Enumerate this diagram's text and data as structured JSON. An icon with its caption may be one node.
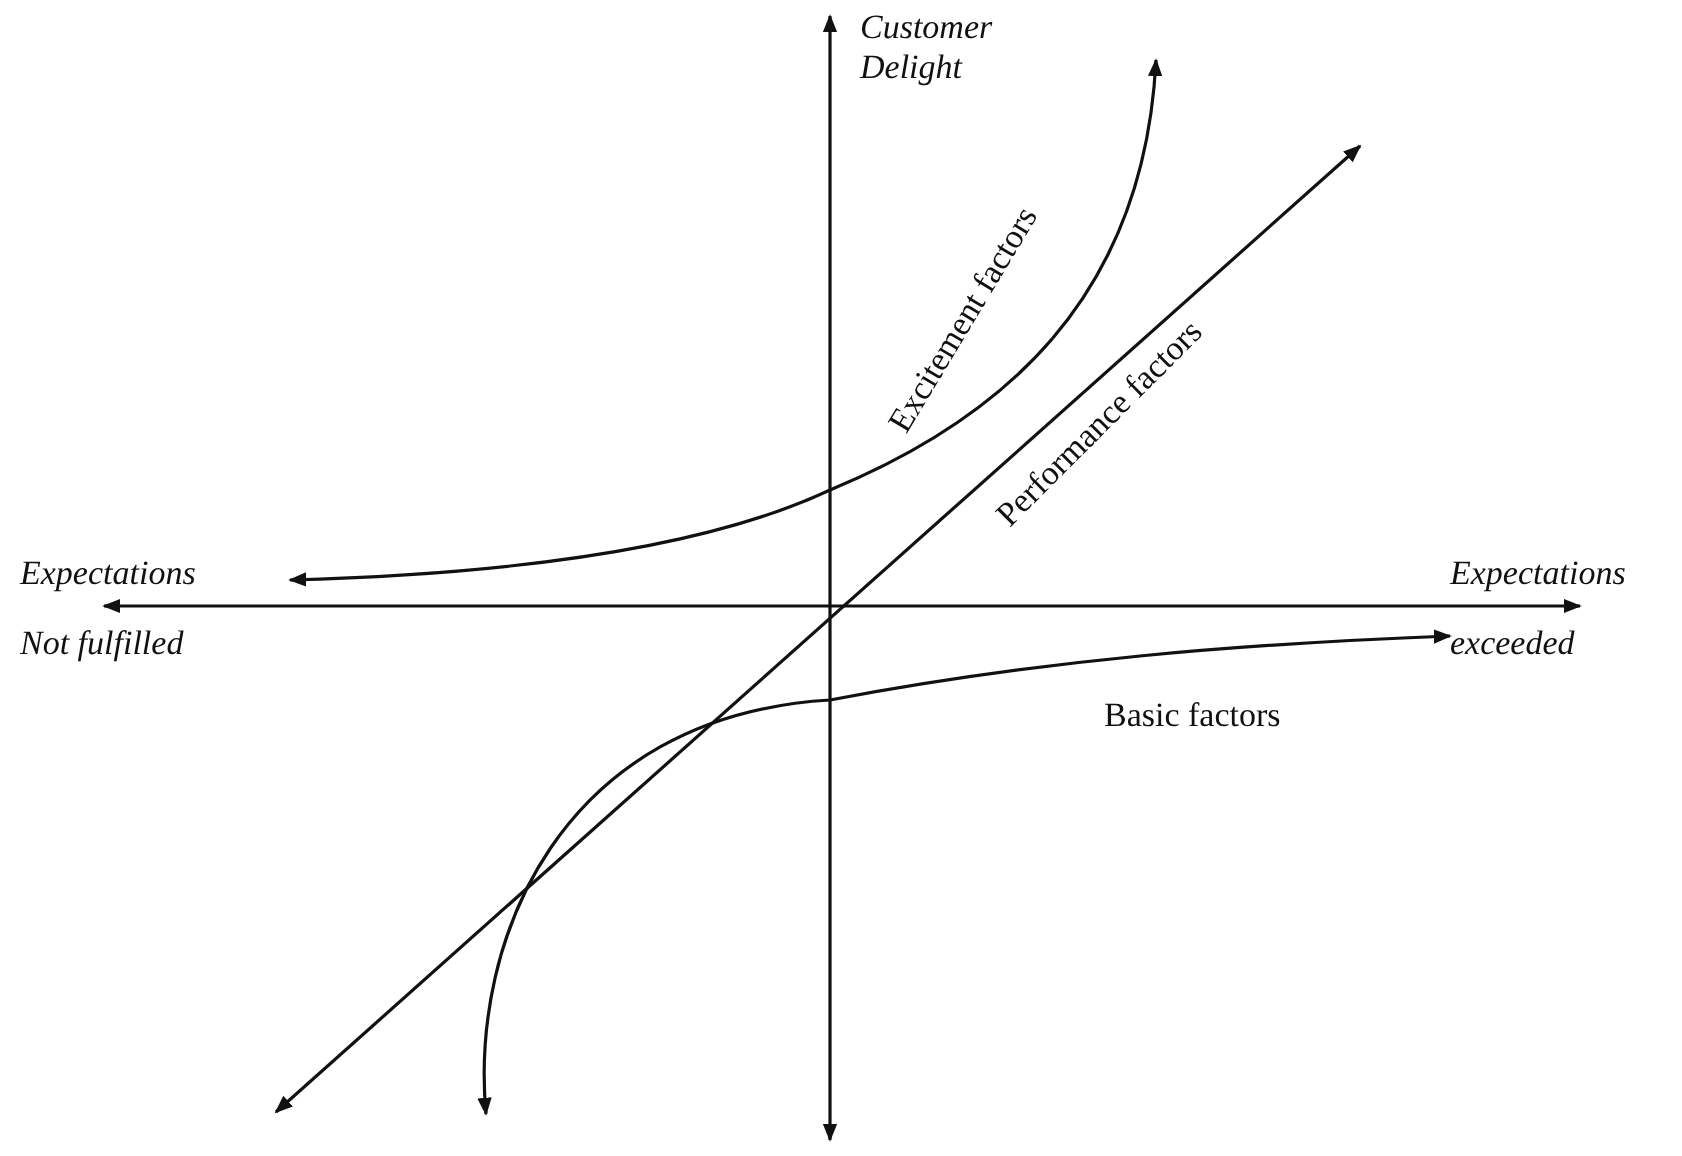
{
  "diagram": {
    "labels": [
      "Customer Delight",
      "Excitement factors",
      "Performance factors",
      "Expectations",
      "Expectations",
      "Not fulfilled",
      "exceeded",
      "Basic factors"
    ]
  }
}
